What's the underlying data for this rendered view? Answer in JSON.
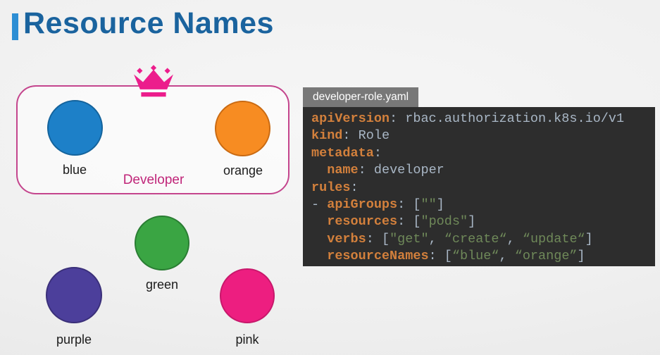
{
  "page": {
    "title": "Resource Names",
    "title_color": "#1a639e",
    "accent_bar_color": "#2d8ed4",
    "background_color": "#f0f0f0"
  },
  "diagram": {
    "group_label": "Developer",
    "group_label_color": "#c02579",
    "group_border_color": "#c4458d",
    "crown_icon_color": "#ec1d8c",
    "circles": [
      {
        "id": "blue",
        "label": "blue",
        "fill": "#1d80c8",
        "stroke": "#14639c"
      },
      {
        "id": "orange",
        "label": "orange",
        "fill": "#f78c22",
        "stroke": "#c96a12"
      },
      {
        "id": "green",
        "label": "green",
        "fill": "#3aa543",
        "stroke": "#2a7d33"
      },
      {
        "id": "purple",
        "label": "purple",
        "fill": "#4c3f9b",
        "stroke": "#3a2f79"
      },
      {
        "id": "pink",
        "label": "pink",
        "fill": "#ed1e80",
        "stroke": "#c7186b"
      }
    ]
  },
  "code_panel": {
    "tab_label": "developer-role.yaml",
    "tab_bg": "#787878",
    "code_bg": "#2d2d2d",
    "token_colors": {
      "key": "#d3803c",
      "plain": "#a9b7c6",
      "string": "#6f8959",
      "punct": "#a9b7c6"
    },
    "lines": [
      [
        {
          "t": "apiVersion",
          "c": "key"
        },
        {
          "t": ": ",
          "c": "punct"
        },
        {
          "t": "rbac.authorization.k8s.io/v1",
          "c": "plain"
        }
      ],
      [
        {
          "t": "kind",
          "c": "key"
        },
        {
          "t": ": ",
          "c": "punct"
        },
        {
          "t": "Role",
          "c": "plain"
        }
      ],
      [
        {
          "t": "metadata",
          "c": "key"
        },
        {
          "t": ":",
          "c": "punct"
        }
      ],
      [
        {
          "t": "  ",
          "c": "plain"
        },
        {
          "t": "name",
          "c": "key"
        },
        {
          "t": ": ",
          "c": "punct"
        },
        {
          "t": "developer",
          "c": "plain"
        }
      ],
      [
        {
          "t": "rules",
          "c": "key"
        },
        {
          "t": ":",
          "c": "punct"
        }
      ],
      [
        {
          "t": "- ",
          "c": "punct"
        },
        {
          "t": "apiGroups",
          "c": "key"
        },
        {
          "t": ": ",
          "c": "punct"
        },
        {
          "t": "[",
          "c": "punct"
        },
        {
          "t": "\"\"",
          "c": "string"
        },
        {
          "t": "]",
          "c": "punct"
        }
      ],
      [
        {
          "t": "  ",
          "c": "plain"
        },
        {
          "t": "resources",
          "c": "key"
        },
        {
          "t": ": ",
          "c": "punct"
        },
        {
          "t": "[",
          "c": "punct"
        },
        {
          "t": "\"pods\"",
          "c": "string"
        },
        {
          "t": "]",
          "c": "punct"
        }
      ],
      [
        {
          "t": "  ",
          "c": "plain"
        },
        {
          "t": "verbs",
          "c": "key"
        },
        {
          "t": ": ",
          "c": "punct"
        },
        {
          "t": "[",
          "c": "punct"
        },
        {
          "t": "\"get\"",
          "c": "string"
        },
        {
          "t": ", ",
          "c": "punct"
        },
        {
          "t": "“create“",
          "c": "string"
        },
        {
          "t": ", ",
          "c": "punct"
        },
        {
          "t": "“update“",
          "c": "string"
        },
        {
          "t": "]",
          "c": "punct"
        }
      ],
      [
        {
          "t": "  ",
          "c": "plain"
        },
        {
          "t": "resourceNames",
          "c": "key"
        },
        {
          "t": ": ",
          "c": "punct"
        },
        {
          "t": "[",
          "c": "punct"
        },
        {
          "t": "“blue“",
          "c": "string"
        },
        {
          "t": ", ",
          "c": "punct"
        },
        {
          "t": "“orange”",
          "c": "string"
        },
        {
          "t": "]",
          "c": "punct"
        }
      ]
    ]
  }
}
